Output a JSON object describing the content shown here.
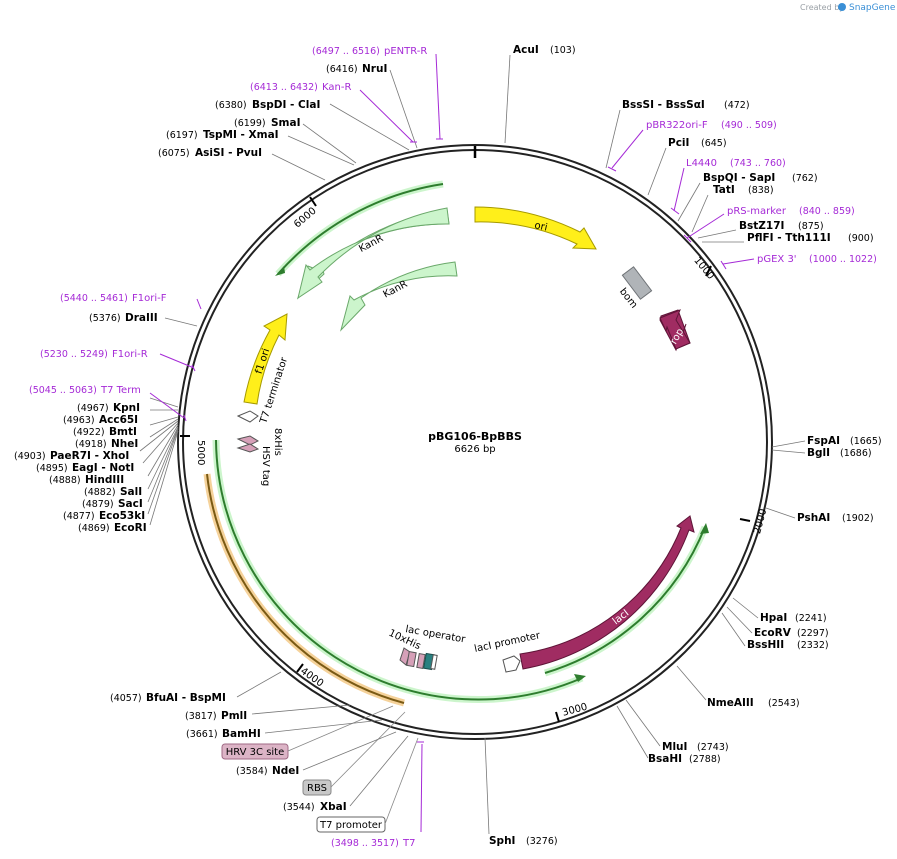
{
  "credit": {
    "prefix": "Created by",
    "brand": "SnapGene"
  },
  "plasmid": {
    "name": "pBG106-BpBBS",
    "size_label": "6626 bp",
    "total_bp": 6626
  },
  "ticks": [
    "1000",
    "2000",
    "3000",
    "4000",
    "5000",
    "6000"
  ],
  "features": [
    {
      "id": "ori",
      "label": "ori",
      "color": "#ffef1a",
      "stroke": "#a69a00",
      "dir": "cw",
      "text_color": "#000"
    },
    {
      "id": "bom",
      "label": "bom",
      "color": "#b0b4b8",
      "stroke": "#6f7377",
      "text_color": "#000"
    },
    {
      "id": "rop",
      "label": "rop",
      "color": "#a02c62",
      "stroke": "#5e1437",
      "dir": "ccw",
      "text_color": "#fff"
    },
    {
      "id": "lacI",
      "label": "lacI",
      "color": "#a02c62",
      "stroke": "#5e1437",
      "dir": "ccw",
      "text_color": "#fff"
    },
    {
      "id": "lacIpromoter",
      "label": "lacI promoter",
      "color": "#ffffff",
      "stroke": "#555"
    },
    {
      "id": "lacoperator",
      "label": "lac operator",
      "color": "#ffffff",
      "stroke": "#555"
    },
    {
      "id": "his10",
      "label": "10xHis",
      "color": "#d6a0b8",
      "stroke": "#555"
    },
    {
      "id": "t7term",
      "label": "T7 terminator",
      "color": "#ffffff",
      "stroke": "#555"
    },
    {
      "id": "his8",
      "label": "8xHis",
      "color": "#d6a0b8",
      "stroke": "#555"
    },
    {
      "id": "hsv",
      "label": "HSV tag",
      "color": "#d6a0b8",
      "stroke": "#555"
    },
    {
      "id": "f1ori",
      "label": "f1 ori",
      "color": "#ffef1a",
      "stroke": "#a69a00",
      "text_color": "#000"
    },
    {
      "id": "kanr1",
      "label": "KanR",
      "color": "#ccf5cc",
      "stroke": "#6aa86a",
      "text_color": "#000"
    },
    {
      "id": "kanr2",
      "label": "KanR",
      "color": "#ccf5cc",
      "stroke": "#6aa86a",
      "text_color": "#000"
    }
  ],
  "boxed_features": [
    {
      "label": "HRV 3C site",
      "fill": "#dcb4c6",
      "stroke": "#a06a85"
    },
    {
      "label": "RBS",
      "fill": "#c8c8c8",
      "stroke": "#888"
    },
    {
      "label": "T7 promoter",
      "fill": "#ffffff",
      "stroke": "#666"
    }
  ],
  "enzymes_right": [
    {
      "name": "AcuI",
      "pos": "(103)"
    },
    {
      "name": "BssSI  - BssSαI",
      "pos": "(472)"
    },
    {
      "name": "PciI",
      "pos": "(645)"
    },
    {
      "name": "BspQI  - SapI",
      "pos": "(762)"
    },
    {
      "name": "TatI",
      "pos": "(838)"
    },
    {
      "name": "BstZ17I",
      "pos": "(875)"
    },
    {
      "name": "PflFI  - Tth111I",
      "pos": "(900)"
    },
    {
      "name": "FspAI",
      "pos": "(1665)"
    },
    {
      "name": "BglI",
      "pos": "(1686)"
    },
    {
      "name": "PshAI",
      "pos": "(1902)"
    },
    {
      "name": "HpaI",
      "pos": "(2241)"
    },
    {
      "name": "EcoRV",
      "pos": "(2297)"
    },
    {
      "name": "BssHII",
      "pos": "(2332)"
    },
    {
      "name": "NmeAIII",
      "pos": "(2543)"
    },
    {
      "name": "MluI",
      "pos": "(2743)"
    },
    {
      "name": "BsaHI",
      "pos": "(2788)"
    },
    {
      "name": "SphI",
      "pos": "(3276)"
    }
  ],
  "enzymes_left": [
    {
      "name": "NruI",
      "pos": "(6416)"
    },
    {
      "name": "BspDI  - ClaI",
      "pos": "(6380)"
    },
    {
      "name": "SmaI",
      "pos": "(6199)"
    },
    {
      "name": "TspMI  - XmaI",
      "pos": "(6197)"
    },
    {
      "name": "AsiSI  - PvuI",
      "pos": "(6075)"
    },
    {
      "name": "DraIII",
      "pos": "(5376)"
    },
    {
      "name": "KpnI",
      "pos": "(4967)"
    },
    {
      "name": "Acc65I",
      "pos": "(4963)"
    },
    {
      "name": "BmtI",
      "pos": "(4922)"
    },
    {
      "name": "NheI",
      "pos": "(4918)"
    },
    {
      "name": "PaeR7I  - XhoI",
      "pos": "(4903)"
    },
    {
      "name": "EagI  - NotI",
      "pos": "(4895)"
    },
    {
      "name": "HindIII",
      "pos": "(4888)"
    },
    {
      "name": "SalI",
      "pos": "(4882)"
    },
    {
      "name": "SacI",
      "pos": "(4879)"
    },
    {
      "name": "Eco53kI",
      "pos": "(4877)"
    },
    {
      "name": "EcoRI",
      "pos": "(4869)"
    },
    {
      "name": "BfuAI  - BspMI",
      "pos": "(4057)"
    },
    {
      "name": "PmlI",
      "pos": "(3817)"
    },
    {
      "name": "BamHI",
      "pos": "(3661)"
    },
    {
      "name": "NdeI",
      "pos": "(3584)"
    },
    {
      "name": "XbaI",
      "pos": "(3544)"
    }
  ],
  "primers": [
    {
      "name": "pENTR-R",
      "pos": "(6497 .. 6516)"
    },
    {
      "name": "Kan-R",
      "pos": "(6413 .. 6432)"
    },
    {
      "name": "pBR322ori-F",
      "pos": "(490 .. 509)"
    },
    {
      "name": "L4440",
      "pos": "(743 .. 760)"
    },
    {
      "name": "pRS-marker",
      "pos": "(840 .. 859)"
    },
    {
      "name": "pGEX 3'",
      "pos": "(1000 .. 1022)"
    },
    {
      "name": "F1ori-F",
      "pos": "(5440 .. 5461)"
    },
    {
      "name": "F1ori-R",
      "pos": "(5230 .. 5249)"
    },
    {
      "name": "T7 Term",
      "pos": "(5045 .. 5063)"
    },
    {
      "name": "T7",
      "pos": "(3498 .. 3517)"
    }
  ]
}
